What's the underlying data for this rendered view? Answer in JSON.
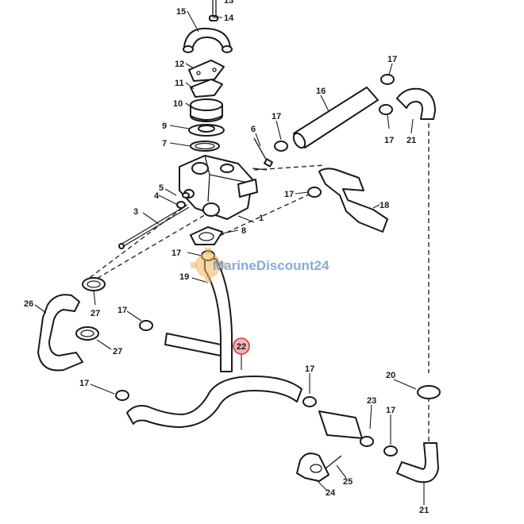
{
  "watermark": {
    "text": "MarineDiscount24"
  },
  "highlight": {
    "label": "22",
    "color": "#d23a3a"
  },
  "callouts": {
    "c1": "1",
    "c3": "3",
    "c4": "4",
    "c5": "5",
    "c6": "6",
    "c7": "7",
    "c8": "8",
    "c9": "9",
    "c10": "10",
    "c11": "11",
    "c12": "12",
    "c13": "13",
    "c14": "14",
    "c15": "15",
    "c16": "16",
    "c17a": "17",
    "c17b": "17",
    "c17c": "17",
    "c17d": "17",
    "c17e": "17",
    "c17f": "17",
    "c17g": "17",
    "c17h": "17",
    "c17i": "17",
    "c18": "18",
    "c19": "19",
    "c20": "20",
    "c21a": "21",
    "c21b": "21",
    "c23": "23",
    "c24": "24",
    "c25": "25",
    "c26": "26",
    "c27a": "27",
    "c27b": "27"
  }
}
